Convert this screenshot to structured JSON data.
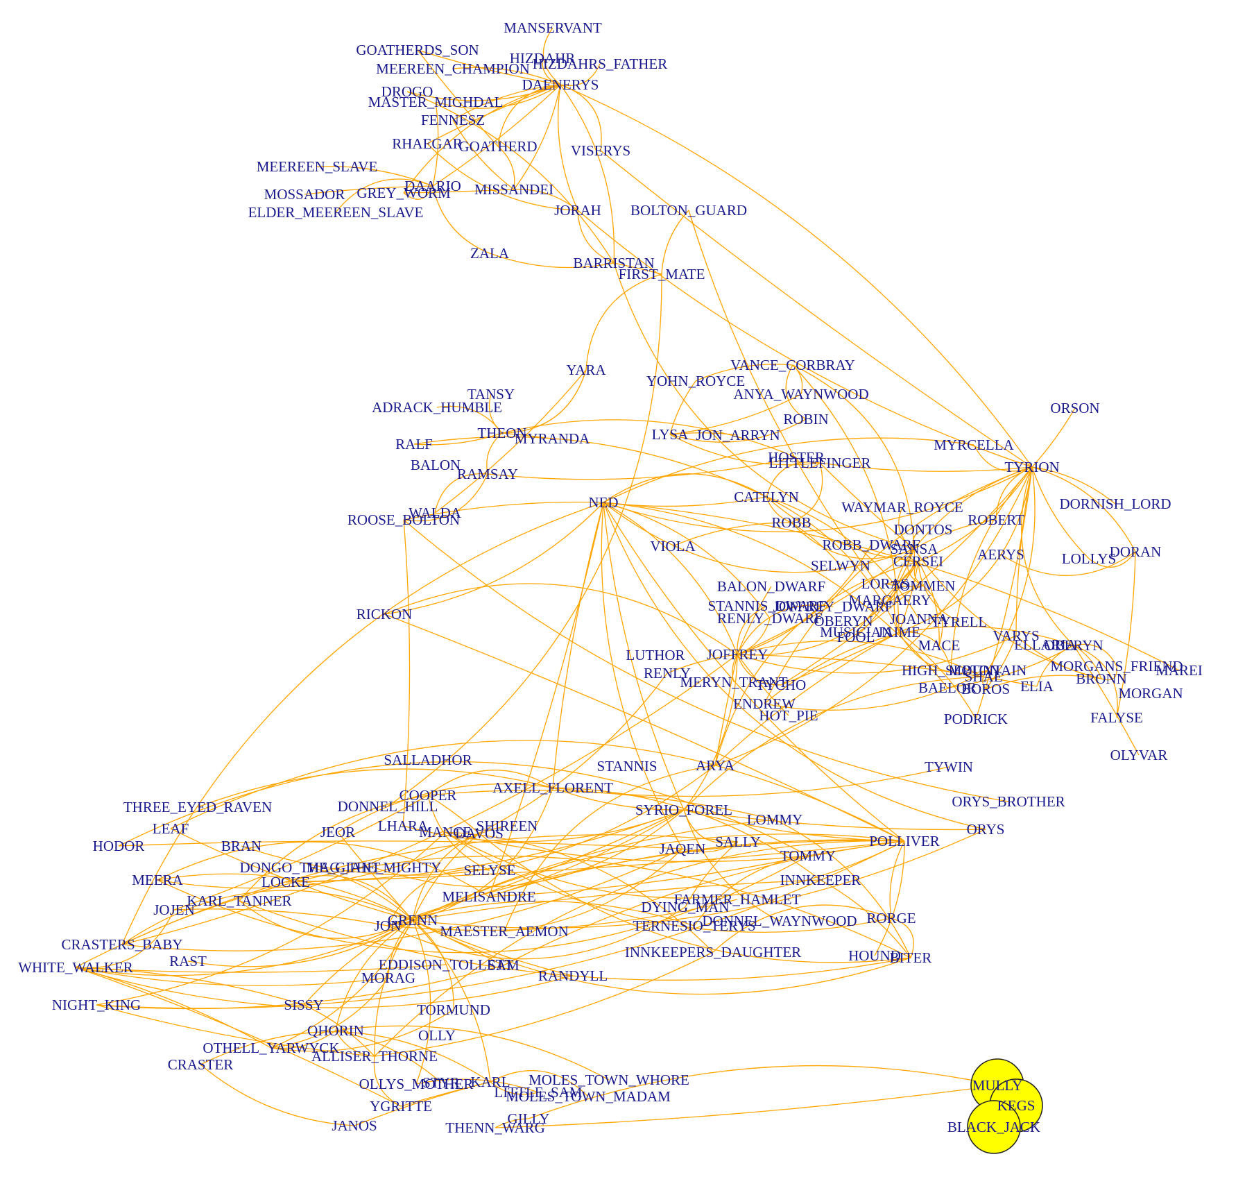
{
  "graph": {
    "node_label_color": "#1a1a8c",
    "edge_color": "#FFA500",
    "highlight_color": "#FFFF00",
    "highlighted_nodes": [
      "MULLY",
      "KEGS",
      "BLACK_JACK"
    ],
    "nodes": [
      "MANSERVANT",
      "GOATHERDS_SON",
      "HIZDAHR",
      "HIZDAHRS_FATHER",
      "MEEREEN_CHAMPION",
      "DROGO",
      "DAENERYS",
      "MASTER_MIGHDAL",
      "FENNESZ",
      "RHAEGAR",
      "GOATHERD",
      "VISERYS",
      "MEEREEN_SLAVE",
      "DAARIO",
      "MISSANDEI",
      "MOSSADOR",
      "GREY_WORM",
      "ELDER_MEEREEN_SLAVE",
      "JORAH",
      "BOLTON_GUARD",
      "ZALA",
      "BARRISTAN",
      "FIRST_MATE",
      "YARA",
      "VANCE_CORBRAY",
      "YOHN_ROYCE",
      "ANYA_WAYNWOOD",
      "TANSY",
      "ADRACK_HUMBLE",
      "ORSON",
      "ROBIN",
      "THEON",
      "MYRANDA",
      "LYSA",
      "JON_ARRYN",
      "RALF",
      "HOSTER",
      "MYRCELLA",
      "LITTLEFINGER",
      "BALON",
      "TYRION",
      "RAMSAY",
      "CATELYN",
      "NED",
      "DORNISH_LORD",
      "WALDA",
      "ROOSE_BOLTON",
      "WAYMAR_ROYCE",
      "ROBB",
      "ROBERT",
      "DONTOS",
      "VIOLA",
      "ROBB_DWARF",
      "SANSA",
      "AERYS",
      "DORAN",
      "LOLLYS",
      "SELWYN",
      "CERSEI",
      "BALON_DWARF",
      "LORAS",
      "TOMMEN",
      "MARGAERY",
      "STANNIS_DWARF",
      "JOFFREY_DWARF",
      "RICKON",
      "RENLY_DWARF",
      "OBERYN",
      "JOANNA",
      "TYRELL",
      "MUSICIAN",
      "JAIME",
      "FOOL",
      "VARYS",
      "MACE",
      "ELLARIA",
      "OBERYN",
      "LUTHOR",
      "JOFFREY",
      "MORGANS_FRIEND",
      "HIGH_SEPTON",
      "MOUNTAIN",
      "MAREI",
      "RENLY",
      "SHAE",
      "BRONN",
      "MERYN_TRANT",
      "TYCHO",
      "ELIA",
      "BAELOR",
      "BOROS",
      "MORGAN",
      "ENDREW",
      "HOT_PIE",
      "FALYSE",
      "PODRICK",
      "OLYVAR",
      "SALLADHOR",
      "STANNIS",
      "TYWIN",
      "ARYA",
      "AXELL_FLORENT",
      "COOPER",
      "THREE_EYED_RAVEN",
      "DONNEL_HILL",
      "ORYS_BROTHER",
      "SYRIO_FOREL",
      "LEAF",
      "LHARA",
      "SHIREEN",
      "JEOR",
      "MANCE",
      "DAVOS",
      "LOMMY",
      "ORYS",
      "HODOR",
      "BRAN",
      "POLLIVER",
      "JAQEN",
      "SALLY",
      "DONGO_THE_GIANT",
      "TOMMY",
      "MAG_THE_MIGHTY",
      "SELYSE",
      "MEERA",
      "LOCKE",
      "INNKEEPER",
      "KARL_TANNER",
      "MELISANDRE",
      "FARMER_HAMLET",
      "DYING_MAN",
      "JOJEN",
      "GRENN",
      "JON",
      "TERNESIO_TERYS",
      "DONNEL_WAYNWOOD",
      "RORGE",
      "MAESTER_AEMON",
      "CRASTERS_BABY",
      "INNKEEPERS_DAUGHTER",
      "HOUND",
      "BITER",
      "RAST",
      "WHITE_WALKER",
      "EDDISON_TOLLETT",
      "SAM",
      "MORAG",
      "RANDYLL",
      "NIGHT_KING",
      "SISSY",
      "TORMUND",
      "QHORIN",
      "OLLY",
      "OTHELL_YARWYCK",
      "ALLISER_THORNE",
      "CRASTER",
      "MOLES_TOWN_WHORE",
      "OLLYS_MOTHER",
      "KARL",
      "MOLES_TOWN_MADAM",
      "YGRITTE",
      "STYR",
      "LITTLE_SAM",
      "JANOS",
      "GILLY",
      "THENN_WARG",
      "MULLY",
      "KEGS",
      "BLACK_JACK"
    ]
  }
}
